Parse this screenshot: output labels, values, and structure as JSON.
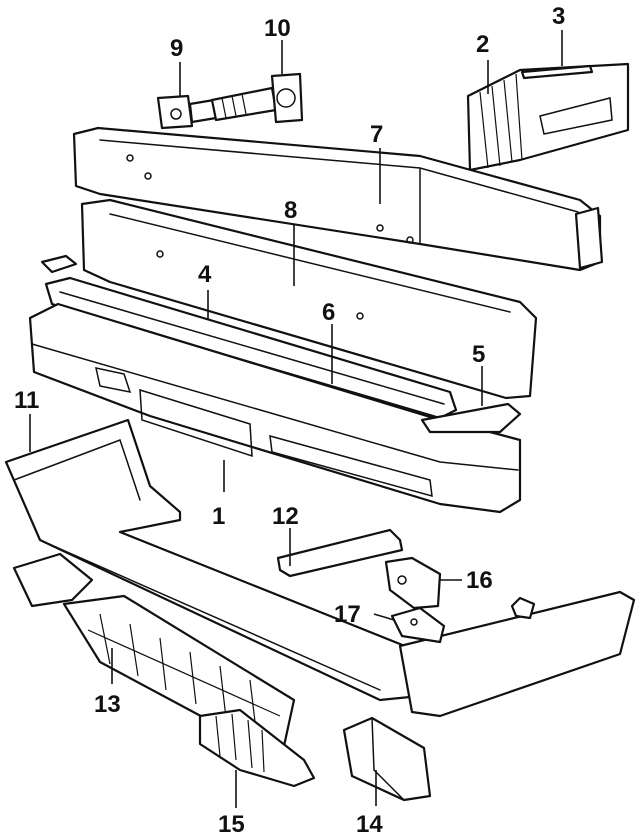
{
  "callouts": [
    {
      "id": "1",
      "label": "1"
    },
    {
      "id": "2",
      "label": "2"
    },
    {
      "id": "3",
      "label": "3"
    },
    {
      "id": "4",
      "label": "4"
    },
    {
      "id": "5",
      "label": "5"
    },
    {
      "id": "6",
      "label": "6"
    },
    {
      "id": "7",
      "label": "7"
    },
    {
      "id": "8",
      "label": "8"
    },
    {
      "id": "9",
      "label": "9"
    },
    {
      "id": "10",
      "label": "10"
    },
    {
      "id": "11",
      "label": "11"
    },
    {
      "id": "12",
      "label": "12"
    },
    {
      "id": "13",
      "label": "13"
    },
    {
      "id": "14",
      "label": "14"
    },
    {
      "id": "15",
      "label": "15"
    },
    {
      "id": "16",
      "label": "16"
    },
    {
      "id": "17",
      "label": "17"
    }
  ],
  "colors": {
    "ink": "#111111",
    "paper": "#ffffff"
  }
}
